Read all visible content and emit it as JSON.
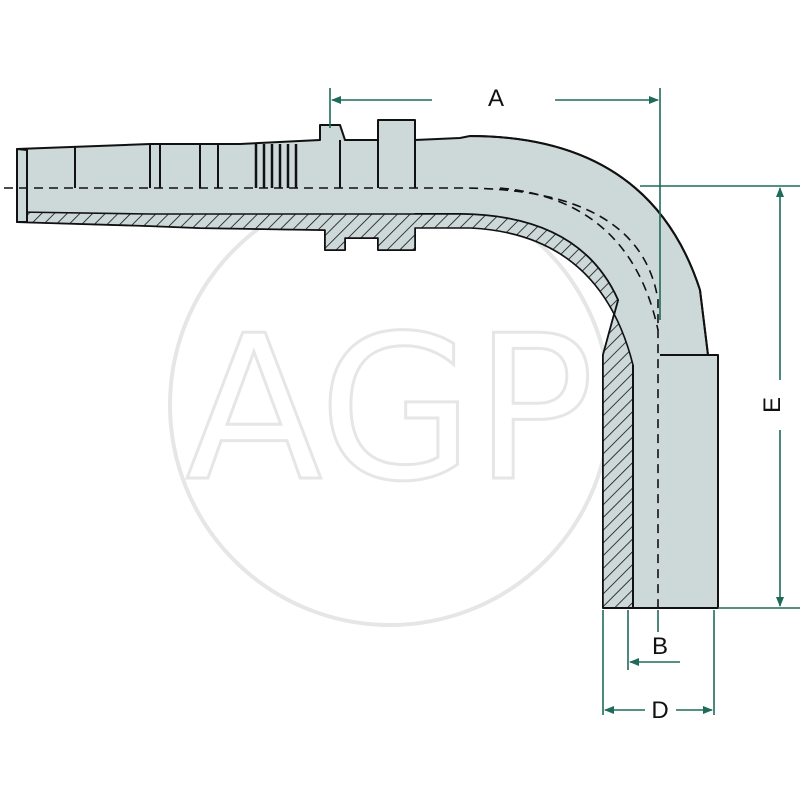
{
  "watermark": {
    "text": "AGP"
  },
  "dimensions": {
    "a": "A",
    "b": "B",
    "d": "D",
    "e": "E"
  },
  "colors": {
    "body_fill": "#cdd8d9",
    "outline": "#111111",
    "dimension_line": "#1f6b5a",
    "watermark": "#e6e6e6"
  }
}
